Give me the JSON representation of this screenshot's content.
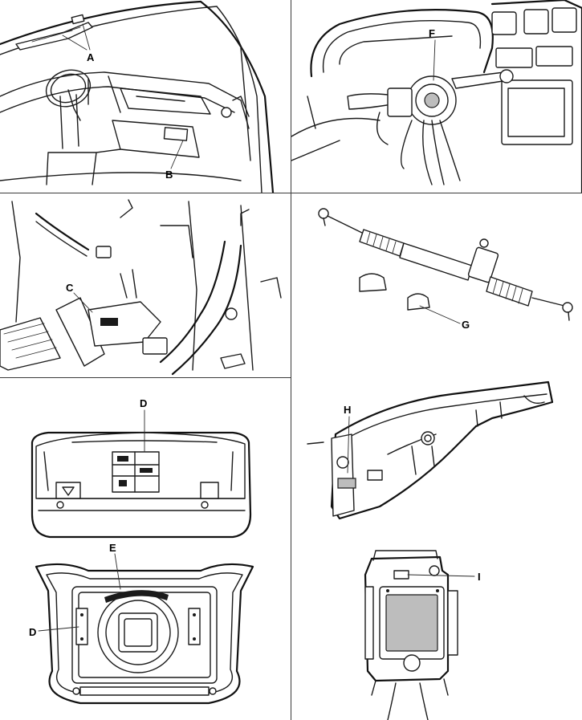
{
  "figure": {
    "panels": [
      {
        "id": "dash-left",
        "callouts": [
          "A",
          "B"
        ]
      },
      {
        "id": "steering-column",
        "callouts": [
          "F"
        ]
      },
      {
        "id": "pedal-area",
        "callouts": [
          "C"
        ]
      },
      {
        "id": "steering-rack",
        "callouts": [
          "G"
        ]
      },
      {
        "id": "airbag-module-rear",
        "callouts": [
          "D"
        ]
      },
      {
        "id": "dashboard-right",
        "callouts": [
          "H"
        ]
      },
      {
        "id": "steering-wheel-pad",
        "callouts": [
          "E",
          "D"
        ]
      },
      {
        "id": "passenger-airbag",
        "callouts": [
          "I"
        ]
      }
    ],
    "labels": {
      "A": "A",
      "B": "B",
      "C": "C",
      "D": "D",
      "E": "E",
      "F": "F",
      "G": "G",
      "H": "H",
      "I": "I"
    }
  }
}
